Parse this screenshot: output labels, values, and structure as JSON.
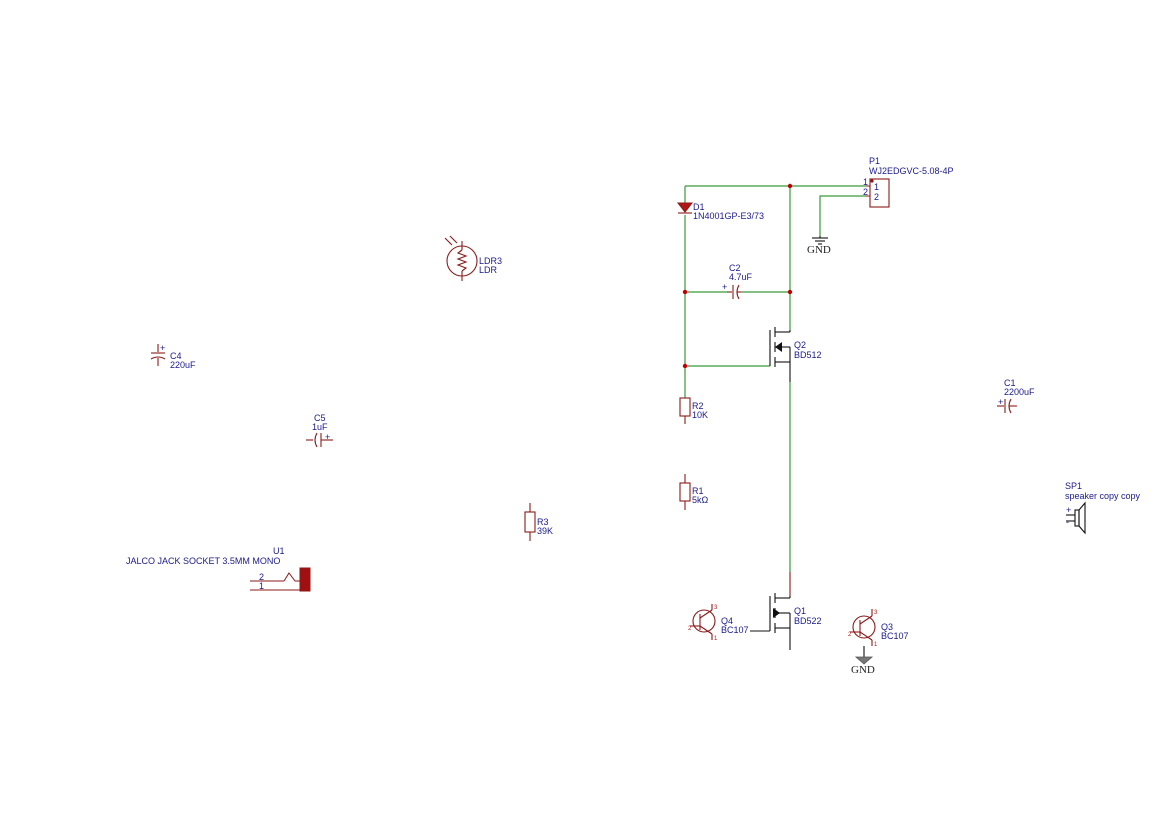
{
  "components": {
    "p1": {
      "ref": "P1",
      "value": "WJ2EDGVC-5.08-4P",
      "pin1": "1",
      "pin2": "2"
    },
    "d1": {
      "ref": "D1",
      "value": "1N4001GP-E3/73"
    },
    "c2": {
      "ref": "C2",
      "value": "4.7uF"
    },
    "q2": {
      "ref": "Q2",
      "value": "BD512"
    },
    "r2": {
      "ref": "R2",
      "value": "10K"
    },
    "r1": {
      "ref": "R1",
      "value": "5kΩ"
    },
    "q1": {
      "ref": "Q1",
      "value": "BD522"
    },
    "q4": {
      "ref": "Q4",
      "value": "BC107"
    },
    "q3": {
      "ref": "Q3",
      "value": "BC107"
    },
    "ldr3": {
      "ref": "LDR3",
      "value": "LDR"
    },
    "c4": {
      "ref": "C4",
      "value": "220uF"
    },
    "c5": {
      "ref": "C5",
      "value": "1uF"
    },
    "r3": {
      "ref": "R3",
      "value": "39K"
    },
    "u1": {
      "ref": "U1",
      "value": "JALCO JACK SOCKET 3.5MM MONO",
      "pin1": "1",
      "pin2": "2"
    },
    "c1": {
      "ref": "C1",
      "value": "2200uF"
    },
    "sp1": {
      "ref": "SP1",
      "value": "speaker copy copy"
    }
  },
  "nets": {
    "gnd1": "GND",
    "gnd2": "GND"
  },
  "pins": {
    "q4": [
      "3",
      "2",
      "1"
    ],
    "q3": [
      "3",
      "2",
      "1"
    ]
  },
  "colors": {
    "wire": "#3a9a3a",
    "symbol": "#8b1a1a",
    "text": "#1a1a8c",
    "junction": "#c00000"
  }
}
